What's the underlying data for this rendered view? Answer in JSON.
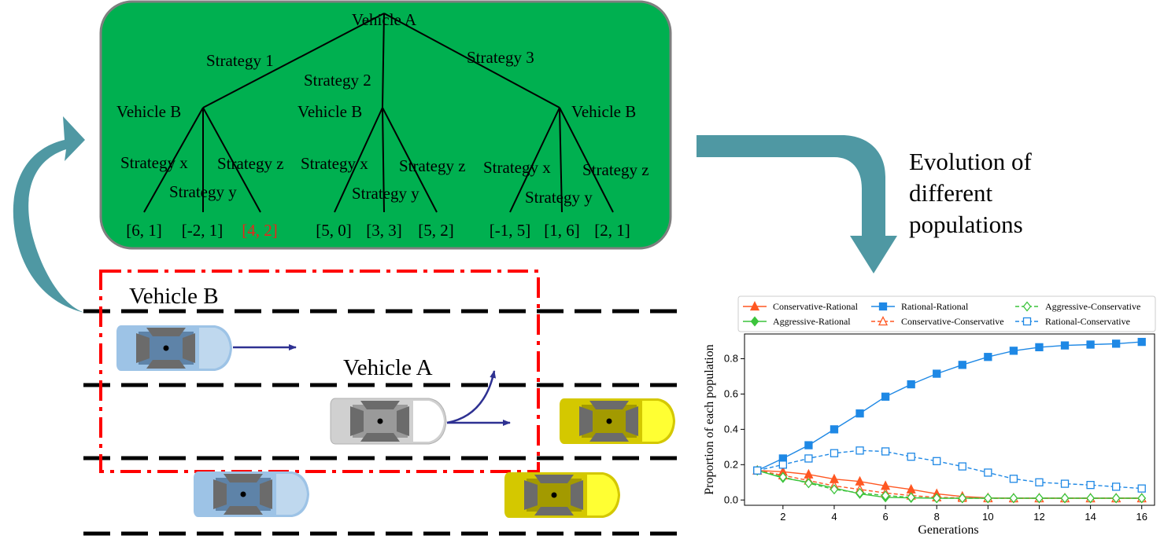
{
  "tree": {
    "root": "Vehicle A",
    "strategies_a": [
      "Strategy 1",
      "Strategy 2",
      "Strategy 3"
    ],
    "nodes_b": [
      "Vehicle B",
      "Vehicle B",
      "Vehicle B"
    ],
    "strategies_b": [
      [
        "Strategy x",
        "Strategy y",
        "Strategy z"
      ],
      [
        "Strategy x",
        "Strategy y",
        "Strategy z"
      ],
      [
        "Strategy x",
        "Strategy y",
        "Strategy z"
      ]
    ],
    "payoffs": [
      [
        "[6, 1]",
        "[-2, 1]",
        "[4, 2]"
      ],
      [
        "[5, 0]",
        "[3, 3]",
        "[5, 2]"
      ],
      [
        "[-1, 5]",
        "[1, 6]",
        "[2, 1]"
      ]
    ],
    "highlight_payoff_color": "#e8251c",
    "panel_color": "#00b050",
    "panel_border_color": "#7f7f7f"
  },
  "road": {
    "vehicle_b_label": "Vehicle B",
    "vehicle_a_label": "Vehicle A",
    "selection_box_color": "#ff0000",
    "arrow_color": "#2e3192",
    "car_colors": {
      "blue": "#9dc3e6",
      "gray": "#d0d0d0",
      "yellow": "#d4c800"
    }
  },
  "caption": {
    "line1": "Evolution of",
    "line2": "different",
    "line3": "populations"
  },
  "flow_arrow_color": "#4f98a3",
  "chart_data": {
    "type": "line",
    "xlabel": "Generations",
    "ylabel": "Proportion of each population",
    "x": [
      1,
      2,
      3,
      4,
      5,
      6,
      7,
      8,
      9,
      10,
      11,
      12,
      13,
      14,
      15,
      16
    ],
    "xticks": [
      2,
      4,
      6,
      8,
      10,
      12,
      14,
      16
    ],
    "yticks": [
      "0.0",
      "0.2",
      "0.4",
      "0.6",
      "0.8"
    ],
    "xlim": [
      0.5,
      16.5
    ],
    "ylim": [
      -0.03,
      0.94
    ],
    "legend_position": "top",
    "series": [
      {
        "name": "Conservative-Rational",
        "color": "#ff5722",
        "marker": "triangle",
        "filled": true,
        "dashed": false,
        "values": [
          0.167,
          0.16,
          0.145,
          0.118,
          0.105,
          0.08,
          0.06,
          0.035,
          0.02,
          0.012,
          0.01,
          0.01,
          0.01,
          0.01,
          0.01,
          0.01
        ]
      },
      {
        "name": "Aggressive-Rational",
        "color": "#3cc43c",
        "marker": "diamond",
        "filled": true,
        "dashed": false,
        "values": [
          0.167,
          0.125,
          0.1,
          0.068,
          0.035,
          0.015,
          0.012,
          0.01,
          0.01,
          0.01,
          0.01,
          0.01,
          0.01,
          0.01,
          0.01,
          0.01
        ]
      },
      {
        "name": "Rational-Rational",
        "color": "#1e88e5",
        "marker": "square",
        "filled": true,
        "dashed": false,
        "values": [
          0.167,
          0.235,
          0.31,
          0.4,
          0.49,
          0.585,
          0.655,
          0.715,
          0.765,
          0.81,
          0.845,
          0.865,
          0.875,
          0.88,
          0.885,
          0.895
        ]
      },
      {
        "name": "Conservative-Conservative",
        "color": "#ff5722",
        "marker": "triangle",
        "filled": false,
        "dashed": true,
        "values": [
          0.167,
          0.14,
          0.11,
          0.08,
          0.06,
          0.04,
          0.025,
          0.015,
          0.012,
          0.01,
          0.01,
          0.01,
          0.01,
          0.01,
          0.01,
          0.01
        ]
      },
      {
        "name": "Aggressive-Conservative",
        "color": "#3cc43c",
        "marker": "diamond",
        "filled": false,
        "dashed": true,
        "values": [
          0.167,
          0.13,
          0.095,
          0.06,
          0.04,
          0.025,
          0.015,
          0.01,
          0.01,
          0.01,
          0.01,
          0.01,
          0.01,
          0.01,
          0.01,
          0.01
        ]
      },
      {
        "name": "Rational-Conservative",
        "color": "#1e88e5",
        "marker": "square",
        "filled": false,
        "dashed": true,
        "values": [
          0.167,
          0.2,
          0.235,
          0.265,
          0.28,
          0.275,
          0.245,
          0.22,
          0.19,
          0.155,
          0.12,
          0.1,
          0.092,
          0.085,
          0.075,
          0.065
        ]
      }
    ]
  }
}
